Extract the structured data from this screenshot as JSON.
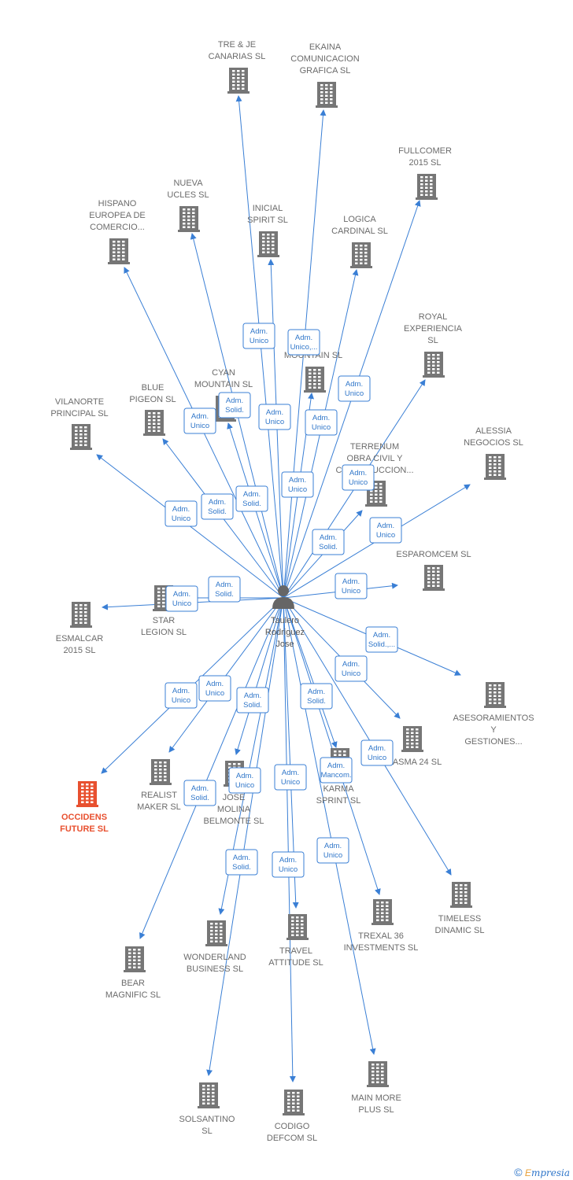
{
  "center": {
    "lines": [
      "Taulero",
      "Rodriguez",
      "Jose"
    ]
  },
  "companies": [
    {
      "id": "tre-je",
      "lines": [
        "TRE & JE",
        "CANARIAS SL"
      ]
    },
    {
      "id": "ekaina",
      "lines": [
        "EKAINA",
        "COMUNICACION",
        "GRAFICA SL"
      ]
    },
    {
      "id": "fullcomer",
      "lines": [
        "FULLCOMER",
        "2015 SL"
      ]
    },
    {
      "id": "nueva-ucles",
      "lines": [
        "NUEVA",
        "UCLES SL"
      ]
    },
    {
      "id": "inicial-spirit",
      "lines": [
        "INICIAL",
        "SPIRIT SL"
      ]
    },
    {
      "id": "hispano",
      "lines": [
        "HISPANO",
        "EUROPEA DE",
        "COMERCIO..."
      ]
    },
    {
      "id": "logica",
      "lines": [
        "LOGICA",
        "CARDINAL SL"
      ]
    },
    {
      "id": "royal",
      "lines": [
        "ROYAL",
        "EXPERIENCIA",
        "SL"
      ]
    },
    {
      "id": "mountain",
      "lines": [
        "MOUNTAIN SL"
      ]
    },
    {
      "id": "cyan",
      "lines": [
        "CYAN",
        "MOUNTAIN SL"
      ]
    },
    {
      "id": "blue-pigeon",
      "lines": [
        "BLUE",
        "PIGEON SL"
      ]
    },
    {
      "id": "vilanorte",
      "lines": [
        "VILANORTE",
        "PRINCIPAL SL"
      ]
    },
    {
      "id": "terrenum",
      "lines": [
        "TERRENUM",
        "OBRA CIVIL Y",
        "CONSTRUCCION..."
      ]
    },
    {
      "id": "alessia",
      "lines": [
        "ALESSIA",
        "NEGOCIOS SL"
      ]
    },
    {
      "id": "esparomcem",
      "lines": [
        "ESPAROMCEM SL"
      ]
    },
    {
      "id": "star-legion",
      "lines": [
        "STAR",
        "LEGION SL"
      ]
    },
    {
      "id": "esmalcar",
      "lines": [
        "ESMALCAR",
        "2015 SL"
      ]
    },
    {
      "id": "asesoramientos",
      "lines": [
        "ASESORAMIENTOS",
        "Y",
        "GESTIONES..."
      ]
    },
    {
      "id": "asma",
      "lines": [
        "ASMA 24 SL"
      ]
    },
    {
      "id": "occidens",
      "lines": [
        "OCCIDENS",
        "FUTURE SL"
      ],
      "highlight": true
    },
    {
      "id": "realist",
      "lines": [
        "REALIST",
        "MAKER SL"
      ]
    },
    {
      "id": "jose-molina",
      "lines": [
        "JOSE",
        "MOLINA",
        "BELMONTE SL"
      ]
    },
    {
      "id": "karma",
      "lines": [
        "KARMA",
        "SPRINT SL"
      ]
    },
    {
      "id": "timeless",
      "lines": [
        "TIMELESS",
        "DINAMIC SL"
      ]
    },
    {
      "id": "trexal",
      "lines": [
        "TREXAL 36",
        "INVESTMENTS SL"
      ]
    },
    {
      "id": "travel",
      "lines": [
        "TRAVEL",
        "ATTITUDE SL"
      ]
    },
    {
      "id": "wonderland",
      "lines": [
        "WONDERLAND",
        "BUSINESS SL"
      ]
    },
    {
      "id": "bear",
      "lines": [
        "BEAR",
        "MAGNIFIC SL"
      ]
    },
    {
      "id": "solsantino",
      "lines": [
        "SOLSANTINO",
        "SL"
      ]
    },
    {
      "id": "codigo",
      "lines": [
        "CODIGO",
        "DEFCOM SL"
      ]
    },
    {
      "id": "main-more",
      "lines": [
        "MAIN MORE",
        "PLUS SL"
      ]
    }
  ],
  "relations": [
    {
      "to": "tre-je",
      "lines": [
        "Adm.",
        "Unico"
      ]
    },
    {
      "to": "ekaina",
      "lines": [
        "Adm.",
        "Unico,..."
      ]
    },
    {
      "to": "fullcomer",
      "lines": [
        "Adm.",
        "Unico"
      ]
    },
    {
      "to": "nueva-ucles",
      "lines": [
        "Adm.",
        "Unico"
      ]
    },
    {
      "to": "inicial-spirit",
      "lines": [
        "Adm.",
        "Unico"
      ]
    },
    {
      "to": "hispano",
      "lines": [
        "Adm.",
        "Solid."
      ]
    },
    {
      "to": "logica",
      "lines": [
        "Adm.",
        "Unico"
      ]
    },
    {
      "to": "mountain",
      "lines": [
        "Adm.",
        "Unico"
      ]
    },
    {
      "to": "cyan",
      "lines": [
        "Adm.",
        "Solid."
      ]
    },
    {
      "to": "blue-pigeon",
      "lines": [
        "Adm.",
        "Solid."
      ]
    },
    {
      "to": "vilanorte",
      "lines": [
        "Adm.",
        "Unico"
      ]
    },
    {
      "to": "royal",
      "lines": [
        "Adm.",
        "Unico"
      ]
    },
    {
      "to": "terrenum",
      "lines": [
        "Adm.",
        "Solid."
      ]
    },
    {
      "to": "alessia",
      "lines": [
        "Adm.",
        "Unico"
      ]
    },
    {
      "to": "esparomcem",
      "lines": [
        "Adm.",
        "Unico"
      ]
    },
    {
      "to": "star-legion",
      "lines": [
        "Adm.",
        "Solid."
      ]
    },
    {
      "to": "esmalcar",
      "lines": [
        "Adm.",
        "Unico"
      ]
    },
    {
      "to": "asesoramientos",
      "lines": [
        "Adm.",
        "Solid.,..."
      ]
    },
    {
      "to": "asma",
      "lines": [
        "Adm.",
        "Unico"
      ]
    },
    {
      "to": "occidens",
      "lines": [
        "Adm.",
        "Unico"
      ]
    },
    {
      "to": "realist",
      "lines": [
        "Adm.",
        "Unico"
      ]
    },
    {
      "to": "wonderland",
      "lines": [
        "Adm.",
        "Solid."
      ]
    },
    {
      "to": "jose-molina",
      "lines": [
        "Adm.",
        "Unico"
      ]
    },
    {
      "to": "bear",
      "lines": [
        "Adm.",
        "Solid."
      ]
    },
    {
      "to": "solsantino",
      "lines": [
        "Adm.",
        "Solid."
      ]
    },
    {
      "to": "karma",
      "lines": [
        "Adm.",
        "Solid."
      ]
    },
    {
      "to": "travel",
      "lines": [
        "Adm.",
        "Unico"
      ]
    },
    {
      "to": "codigo",
      "lines": [
        "Adm.",
        "Unico"
      ]
    },
    {
      "to": "trexal",
      "lines": [
        "Adm.",
        "Mancom."
      ]
    },
    {
      "to": "main-more",
      "lines": [
        "Adm.",
        "Unico"
      ]
    },
    {
      "to": "timeless",
      "lines": [
        "Adm.",
        "Unico"
      ]
    }
  ],
  "colors": {
    "edge": "#3a7fd5",
    "building": "#767676",
    "building_highlight": "#e8502f",
    "label": "#6b6b6b",
    "badge_border": "#3a7fd5",
    "badge_text": "#2f76c9"
  },
  "footer": {
    "copyright": "©",
    "brand_first": "E",
    "brand_rest": "mpresia"
  }
}
